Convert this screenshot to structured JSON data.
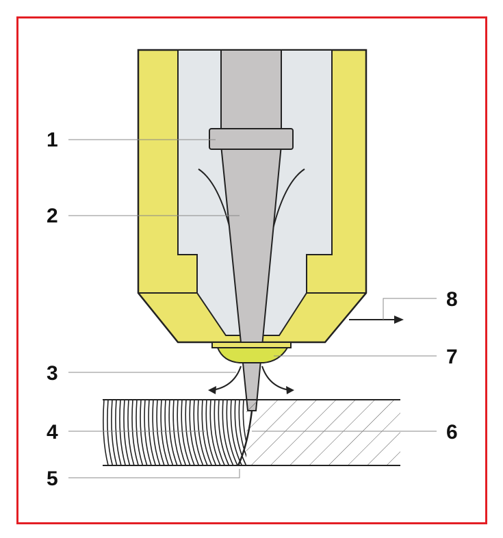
{
  "diagram": {
    "callouts": [
      {
        "id": "1",
        "label": "1"
      },
      {
        "id": "2",
        "label": "2"
      },
      {
        "id": "3",
        "label": "3"
      },
      {
        "id": "4",
        "label": "4"
      },
      {
        "id": "5",
        "label": "5"
      },
      {
        "id": "6",
        "label": "6"
      },
      {
        "id": "7",
        "label": "7"
      },
      {
        "id": "8",
        "label": "8"
      }
    ],
    "colors": {
      "frame": "#e31e24",
      "nozzle_body": "#ebe46b",
      "nozzle_inner": "#e3e7ea",
      "beam": "#c6c4c4",
      "gas_ring": "#d9e24a",
      "outline": "#222222"
    }
  }
}
